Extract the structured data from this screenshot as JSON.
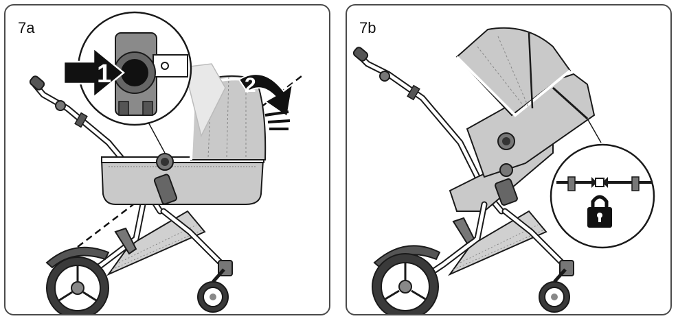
{
  "panels": [
    {
      "label": "7a",
      "steps": [
        "1",
        "2"
      ]
    },
    {
      "label": "7b"
    }
  ],
  "colors": {
    "outline": "#1a1a1a",
    "fabric": "#c9c9c9",
    "fabric_dark": "#a8a8a8",
    "frame_white": "#ffffff",
    "tire": "#3a3a3a",
    "arrow": "#111111",
    "panel_border": "#4a4a4a"
  },
  "icons": [
    "push-arrow-icon",
    "rotate-arrow-icon",
    "lock-icon",
    "buckle-icon"
  ]
}
